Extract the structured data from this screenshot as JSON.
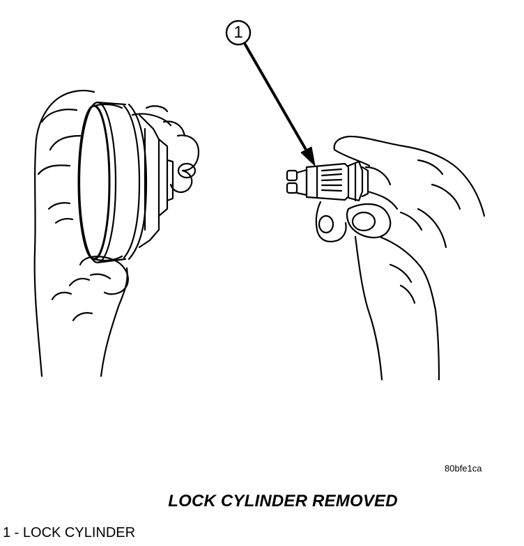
{
  "figure": {
    "callout": "1",
    "code": "80bfe1ca",
    "title": "LOCK CYLINDER REMOVED",
    "legend": [
      "1 - LOCK CYLINDER"
    ]
  }
}
